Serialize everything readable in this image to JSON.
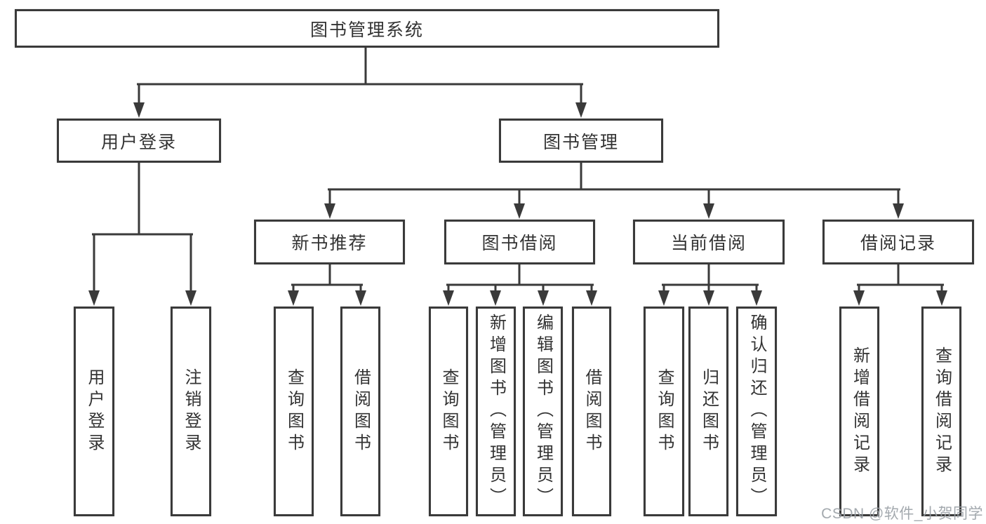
{
  "watermark": "CSDN @软件_小贺同学",
  "colors": {
    "line": "#3a3a3a",
    "text": "#333333",
    "background": "#ffffff",
    "watermark_text": "#9aa0a6"
  },
  "tree": {
    "label": "图书管理系统",
    "children": [
      {
        "label": "用户登录",
        "children": [
          {
            "label": "用户登录"
          },
          {
            "label": "注销登录"
          }
        ]
      },
      {
        "label": "图书管理",
        "children": [
          {
            "label": "新书推荐",
            "children": [
              {
                "label": "查询图书"
              },
              {
                "label": "借阅图书"
              }
            ]
          },
          {
            "label": "图书借阅",
            "children": [
              {
                "label": "查询图书"
              },
              {
                "label": "新增图书（管理员）"
              },
              {
                "label": "编辑图书（管理员）"
              },
              {
                "label": "借阅图书"
              }
            ]
          },
          {
            "label": "当前借阅",
            "children": [
              {
                "label": "查询图书"
              },
              {
                "label": "归还图书"
              },
              {
                "label": "确认归还（管理员）"
              }
            ]
          },
          {
            "label": "借阅记录",
            "children": [
              {
                "label": "新增借阅记录"
              },
              {
                "label": "查询借阅记录"
              }
            ]
          }
        ]
      }
    ]
  }
}
